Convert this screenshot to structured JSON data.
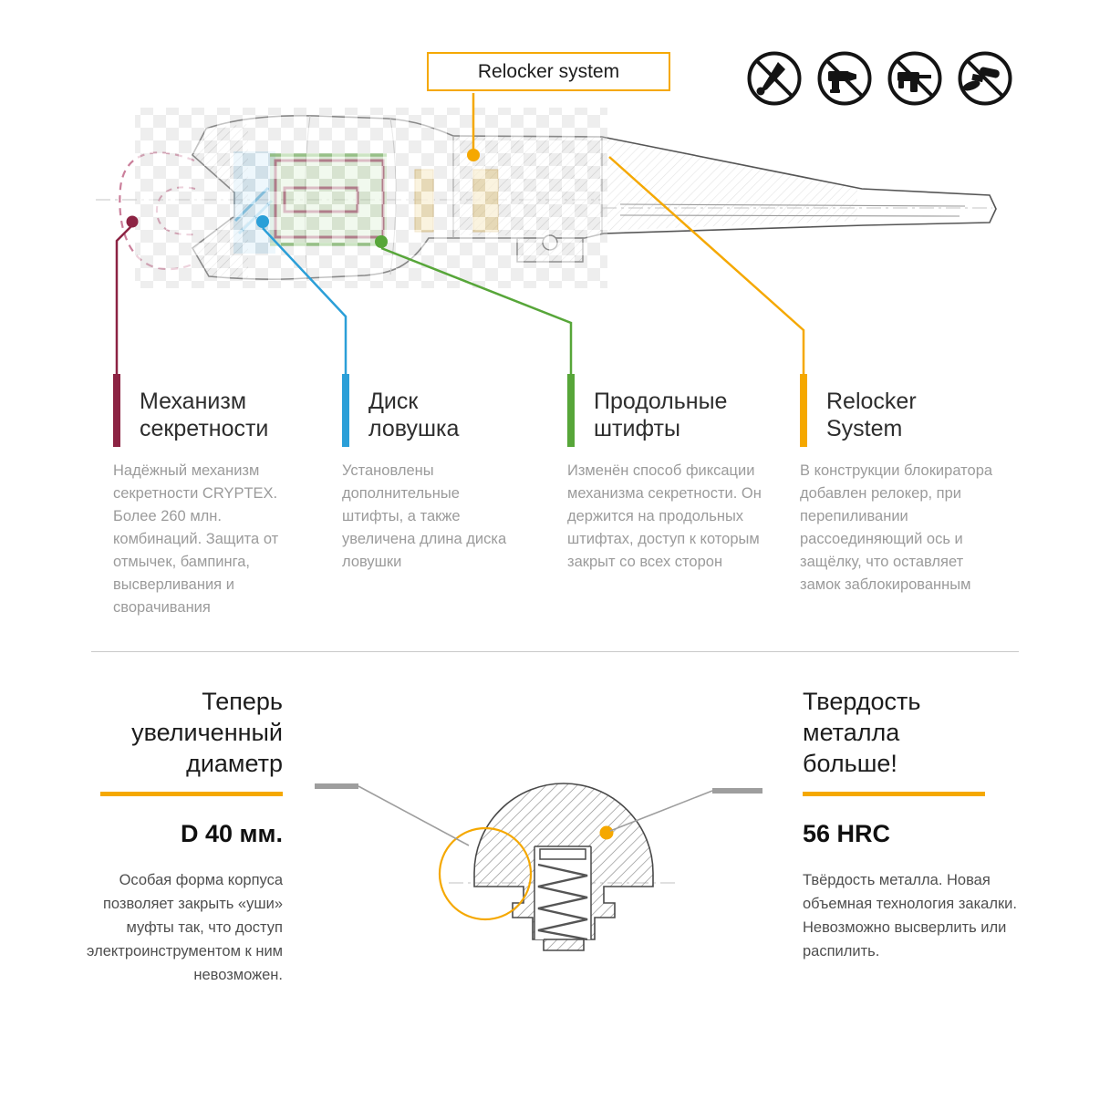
{
  "colors": {
    "accent_yellow": "#F5A800",
    "maroon": "#8C2343",
    "blue": "#2B9FD8",
    "green": "#57A639",
    "body_gray": "#9b9b9b",
    "title_dark": "#2d2d2d"
  },
  "relocker_box": {
    "label": "Relocker system"
  },
  "prohibition_icons": [
    {
      "name": "no-engraver"
    },
    {
      "name": "no-drill"
    },
    {
      "name": "no-hammer-drill"
    },
    {
      "name": "no-angle-grinder"
    }
  ],
  "callouts": [
    {
      "title": "Механизм\nсекретности",
      "color": "#8C2343",
      "body": "Надёжный механизм секретности CRYPTEX. Более 260 млн. комбинаций. Защита от отмычек, бампинга, высверливания и сворачивания"
    },
    {
      "title": "Диск\nловушка",
      "color": "#2B9FD8",
      "body": "Установлены дополнительные штифты, а также увеличена длина диска ловушки"
    },
    {
      "title": "Продольные\nштифты",
      "color": "#57A639",
      "body": "Изменён способ фиксации механизма секретности. Он держится на продольных штифтах, доступ к которым закрыт со всех сторон"
    },
    {
      "title": "Relocker\nSystem",
      "color": "#F5A800",
      "body": "В конструкции блокиратора добавлен релокер, при перепиливании рассоединяющий ось и защёлку, что оставляет замок заблокированным"
    }
  ],
  "bottom_left": {
    "title": "Теперь\nувеличенный\nдиаметр",
    "value": "D 40 мм.",
    "body": "Особая форма корпуса позволяет закрыть «уши» муфты так, что доступ электроинструментом к ним невозможен."
  },
  "bottom_right": {
    "title": "Твердость\nметалла\nбольше!",
    "value": "56 HRC",
    "body": "Твёрдость металла. Новая объемная технология закалки. Невозможно высверлить или распилить."
  }
}
